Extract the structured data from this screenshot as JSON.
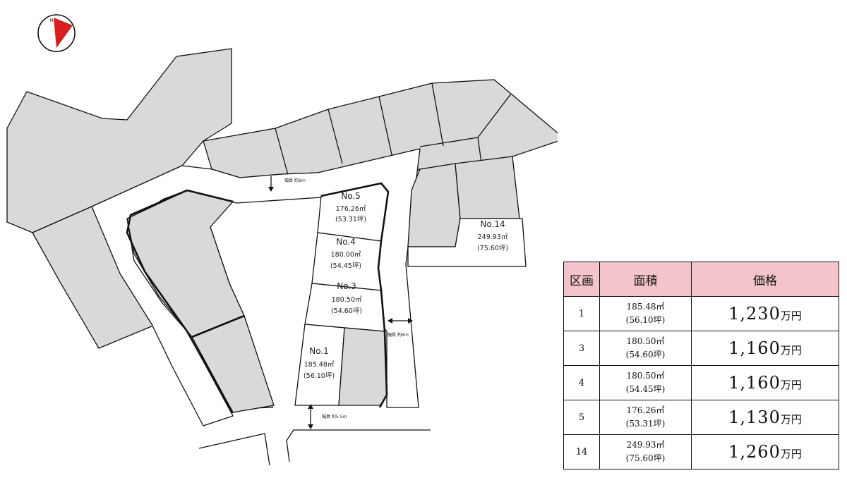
{
  "compass": {
    "label": "N"
  },
  "lots": [
    {
      "no": "No.5",
      "sqm": "176.26㎡",
      "tsubo": "(53.31坪)"
    },
    {
      "no": "No.4",
      "sqm": "180.00㎡",
      "tsubo": "(54.45坪)"
    },
    {
      "no": "No.3",
      "sqm": "180.50㎡",
      "tsubo": "(54.60坪)"
    },
    {
      "no": "No.1",
      "sqm": "185.48㎡",
      "tsubo": "(56.10坪)"
    },
    {
      "no": "No.14",
      "sqm": "249.93㎡",
      "tsubo": "(75.60坪)"
    }
  ],
  "roads": [
    {
      "label": "幅員 約6ｍ"
    },
    {
      "label": "幅員 約6ｍ"
    },
    {
      "label": "幅員 約5.5ｍ"
    }
  ],
  "table": {
    "headers": [
      "区画",
      "面積",
      "価格"
    ],
    "rows": [
      {
        "lot": "1",
        "sqm": "185.48㎡",
        "tsubo": "(56.10坪)",
        "price": "1,230",
        "unit": "万円"
      },
      {
        "lot": "3",
        "sqm": "180.50㎡",
        "tsubo": "(54.60坪)",
        "price": "1,160",
        "unit": "万円"
      },
      {
        "lot": "4",
        "sqm": "180.50㎡",
        "tsubo": "(54.45坪)",
        "price": "1,160",
        "unit": "万円"
      },
      {
        "lot": "5",
        "sqm": "176.26㎡",
        "tsubo": "(53.31坪)",
        "price": "1,130",
        "unit": "万円"
      },
      {
        "lot": "14",
        "sqm": "249.93㎡",
        "tsubo": "(75.60坪)",
        "price": "1,260",
        "unit": "万円"
      }
    ]
  },
  "colors": {
    "header_bg": "#f3c4c9",
    "lot_fill": "#d9d9d9",
    "compass_arrow": "#d81e1e"
  }
}
